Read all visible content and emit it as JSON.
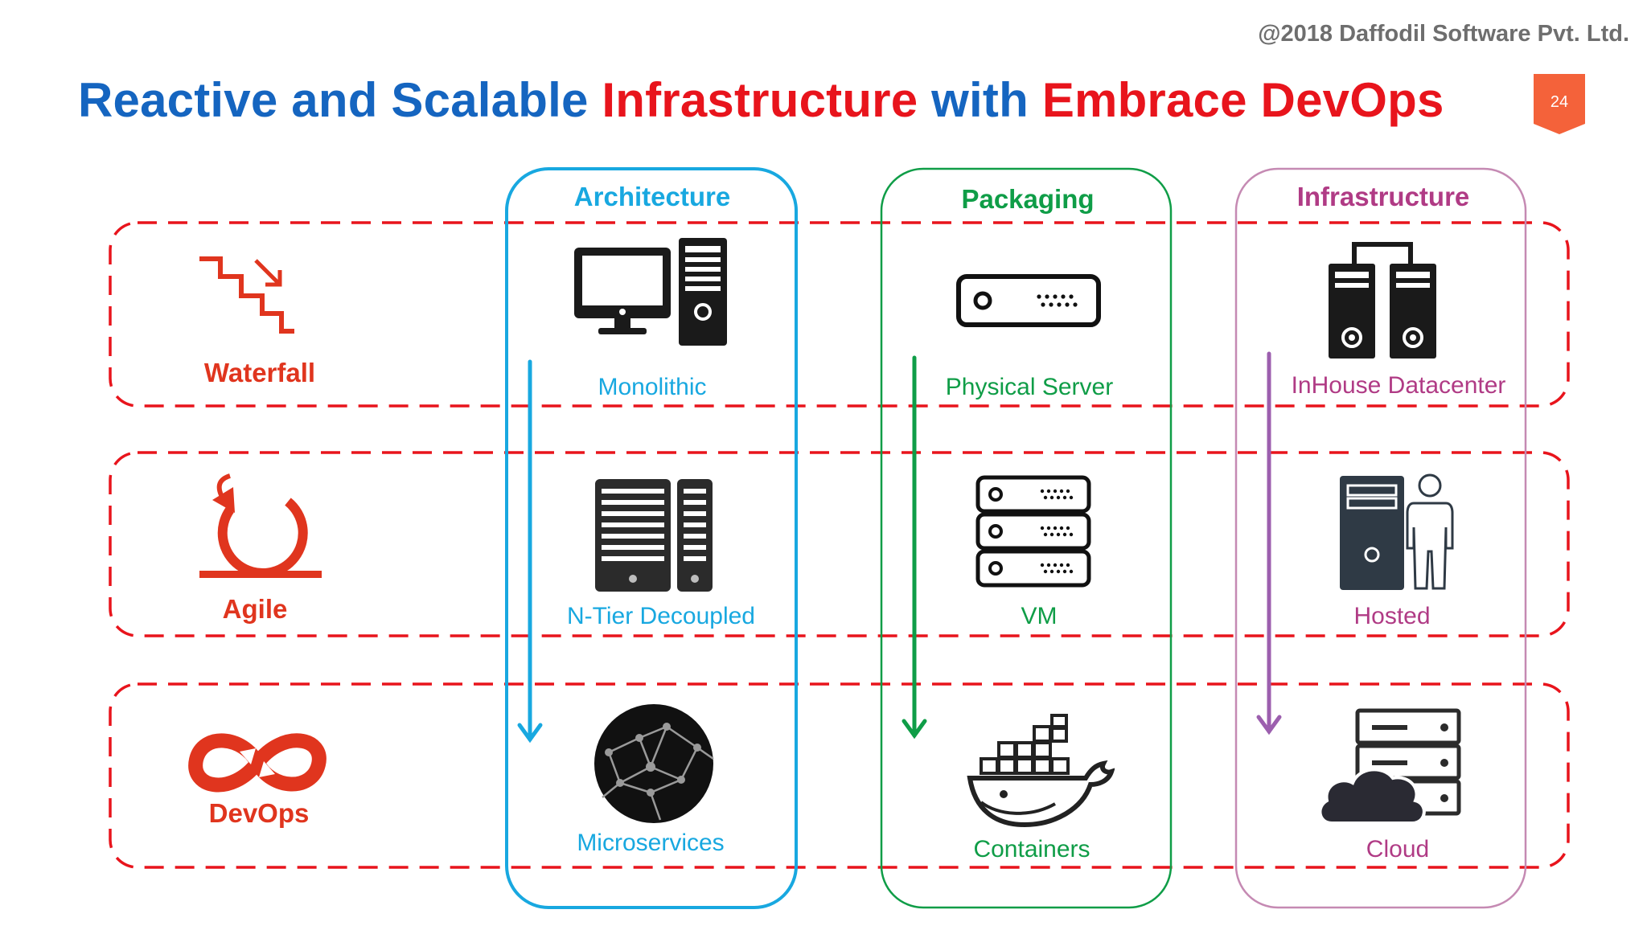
{
  "copyright": "@2018 Daffodil Software Pvt. Ltd.",
  "title": {
    "part1": "Reactive and Scalable ",
    "part2": "Infrastructure",
    "part3": " with ",
    "part4": "Embrace DevOps"
  },
  "page_number": "24",
  "colors": {
    "title_blue": "#1565c0",
    "title_red": "#e8141c",
    "row_dash": "#e8141c",
    "architecture": "#18a8e0",
    "packaging": "#0f9d47",
    "infrastructure": "#b03b85",
    "methodology_orange": "#e0351e",
    "badge": "#f4623a"
  },
  "rows": [
    {
      "label": "Waterfall",
      "icon": "waterfall-stairs-icon"
    },
    {
      "label": "Agile",
      "icon": "agile-cycle-icon"
    },
    {
      "label": "DevOps",
      "icon": "devops-infinity-icon"
    }
  ],
  "columns": [
    {
      "heading": "Architecture",
      "items": [
        {
          "label": "Monolithic",
          "icon": "desktop-computer-icon"
        },
        {
          "label": "N-Tier Decoupled",
          "icon": "server-towers-icon"
        },
        {
          "label": "Microservices",
          "icon": "network-globe-icon"
        }
      ]
    },
    {
      "heading": "Packaging",
      "items": [
        {
          "label": "Physical Server",
          "icon": "rack-server-icon"
        },
        {
          "label": "VM",
          "icon": "server-stack-icon"
        },
        {
          "label": "Containers",
          "icon": "docker-whale-icon"
        }
      ]
    },
    {
      "heading": "Infrastructure",
      "items": [
        {
          "label": "InHouse Datacenter",
          "icon": "datacenter-servers-icon"
        },
        {
          "label": "Hosted",
          "icon": "hosted-server-person-icon"
        },
        {
          "label": "Cloud",
          "icon": "cloud-server-icon"
        }
      ]
    }
  ]
}
